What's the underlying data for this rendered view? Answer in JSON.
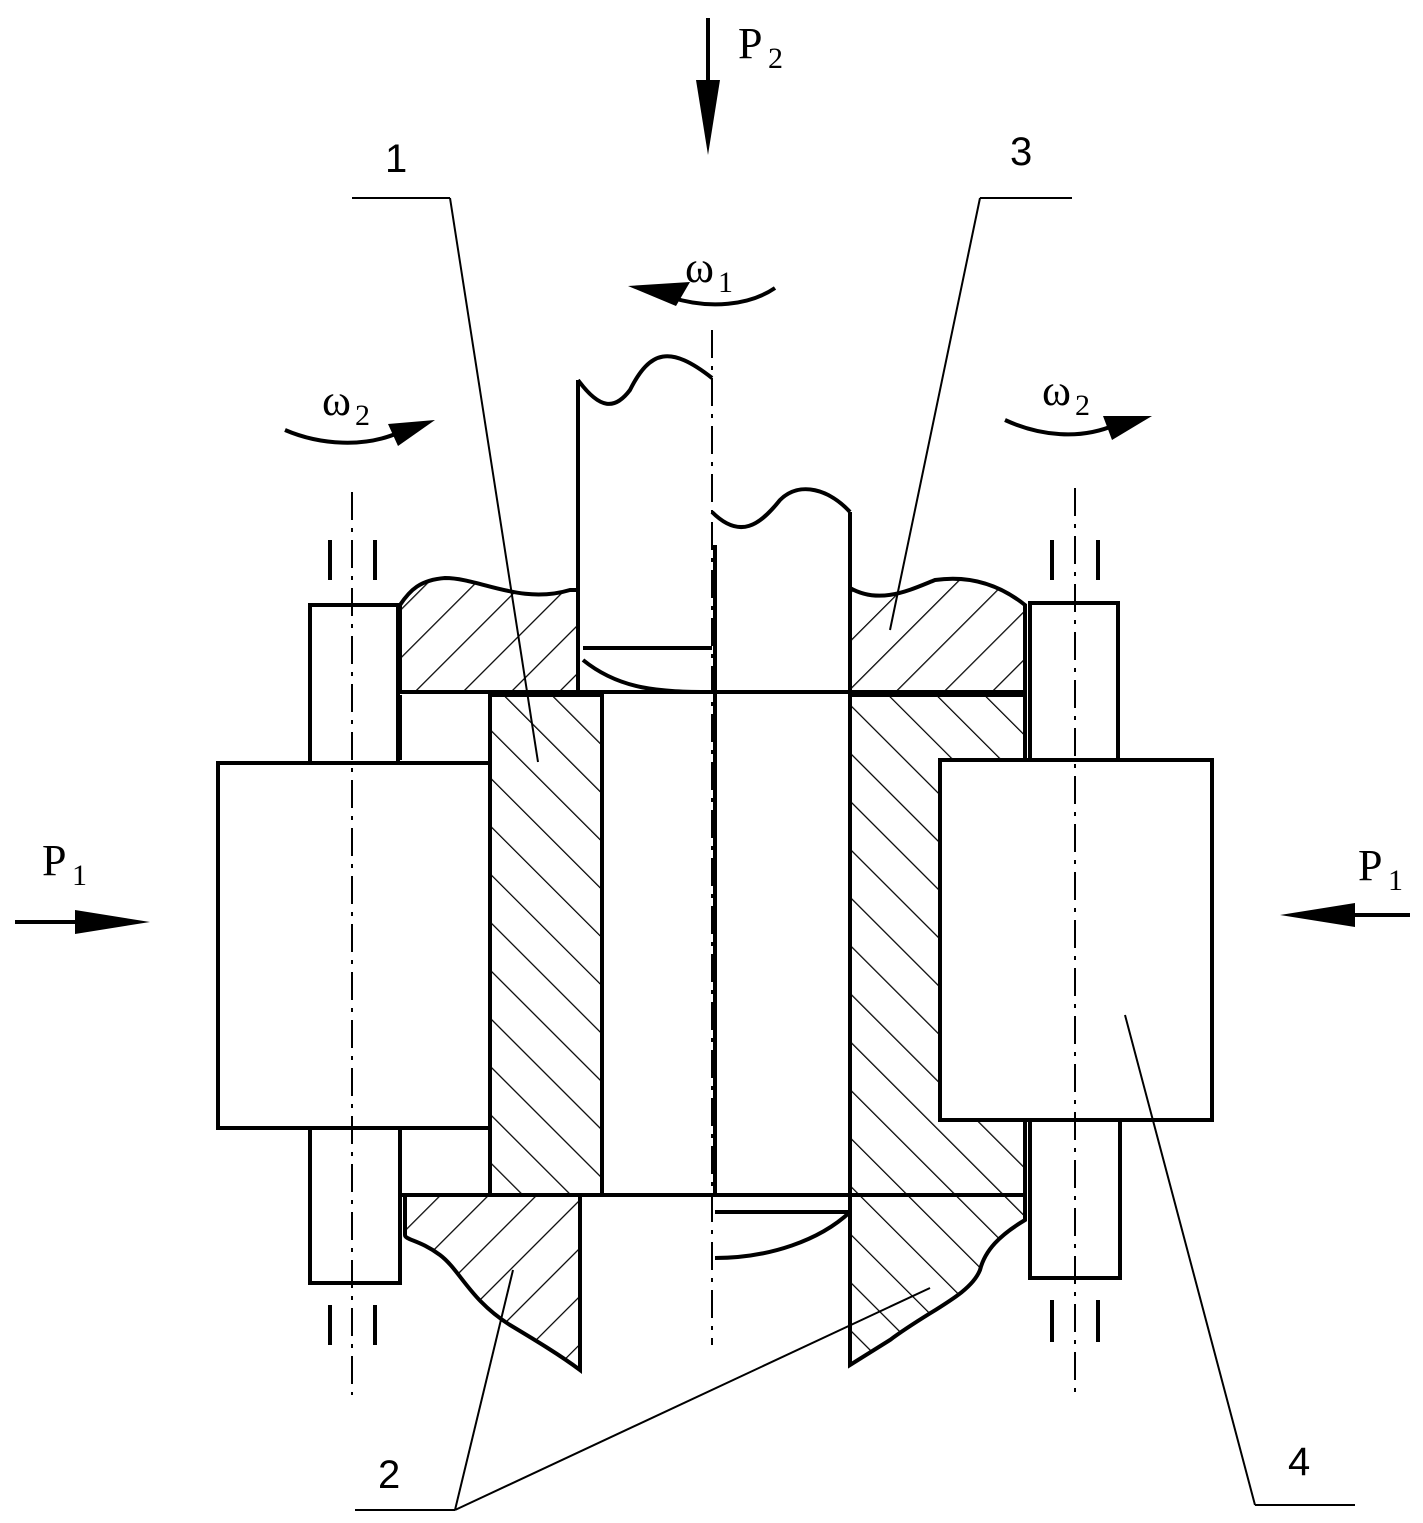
{
  "labels": {
    "p2": {
      "main": "P",
      "sub": "2"
    },
    "p1_left": {
      "main": "P",
      "sub": "1"
    },
    "p1_right": {
      "main": "P",
      "sub": "1"
    },
    "omega1": {
      "main": "ω",
      "sub": "1"
    },
    "omega2_left": {
      "main": "ω",
      "sub": "2"
    },
    "omega2_right": {
      "main": "ω",
      "sub": "2"
    }
  },
  "callouts": {
    "part1": "1",
    "part2": "2",
    "part3": "3",
    "part4": "4"
  }
}
